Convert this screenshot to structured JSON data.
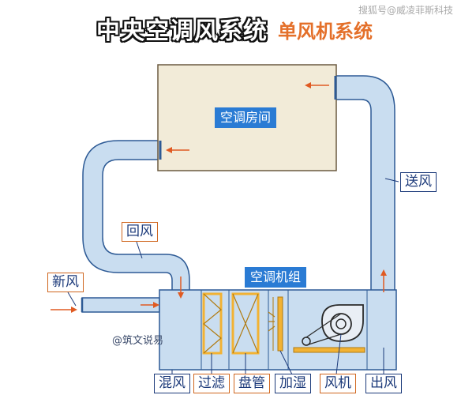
{
  "watermark": "搜狐号@威凌菲斯科技",
  "title": "中央空调风系统",
  "subtitle": "单风机系统",
  "labels": {
    "room": "空调房间",
    "ahu": "空调机组",
    "supply_air": "送风",
    "return_air": "回风",
    "fresh_air": "新风",
    "author": "@筑文说易"
  },
  "sections": [
    "混风",
    "过滤",
    "盘管",
    "加湿",
    "风机",
    "出风"
  ],
  "colors": {
    "duct_fill": "#c9ddf0",
    "duct_stroke": "#2d5a95",
    "room_fill": "#f2ebd8",
    "room_stroke": "#6b5a40",
    "arrow": "#e05a22",
    "filter_frame": "#f2b233",
    "coil_frame": "#f2b233",
    "label_dark_blue": "#1c3a7a",
    "label_highlight": "#2a7bd4",
    "title_sub": "#e4702a"
  }
}
